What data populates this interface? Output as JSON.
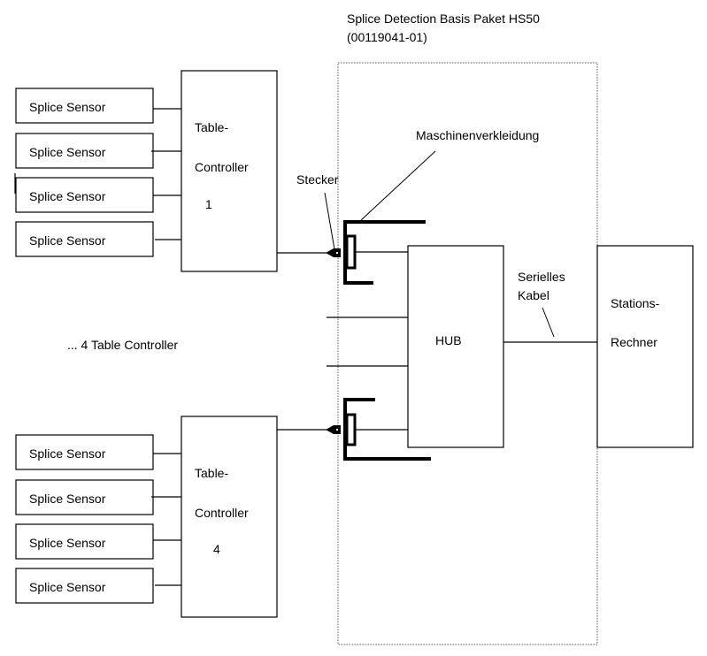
{
  "title": {
    "line1": "Splice Detection Basis Paket HS50",
    "line2": "(00119041-01)"
  },
  "labels": {
    "housing": "Maschinenverkleidung",
    "plug": "Stecker",
    "serial_cable_line1": "Serielles",
    "serial_cable_line2": "Kabel",
    "more_controllers": "... 4 Table Controller"
  },
  "controllers": [
    {
      "line1": "Table-",
      "line2": "Controller",
      "number": "1",
      "sensors": [
        "Splice Sensor",
        "Splice Sensor",
        "Splice Sensor",
        "Splice Sensor"
      ]
    },
    {
      "line1": "Table-",
      "line2": "Controller",
      "number": "4",
      "sensors": [
        "Splice Sensor",
        "Splice Sensor",
        "Splice Sensor",
        "Splice Sensor"
      ]
    }
  ],
  "hub": {
    "label": "HUB"
  },
  "station": {
    "line1": "Stations-",
    "line2": "Rechner"
  }
}
